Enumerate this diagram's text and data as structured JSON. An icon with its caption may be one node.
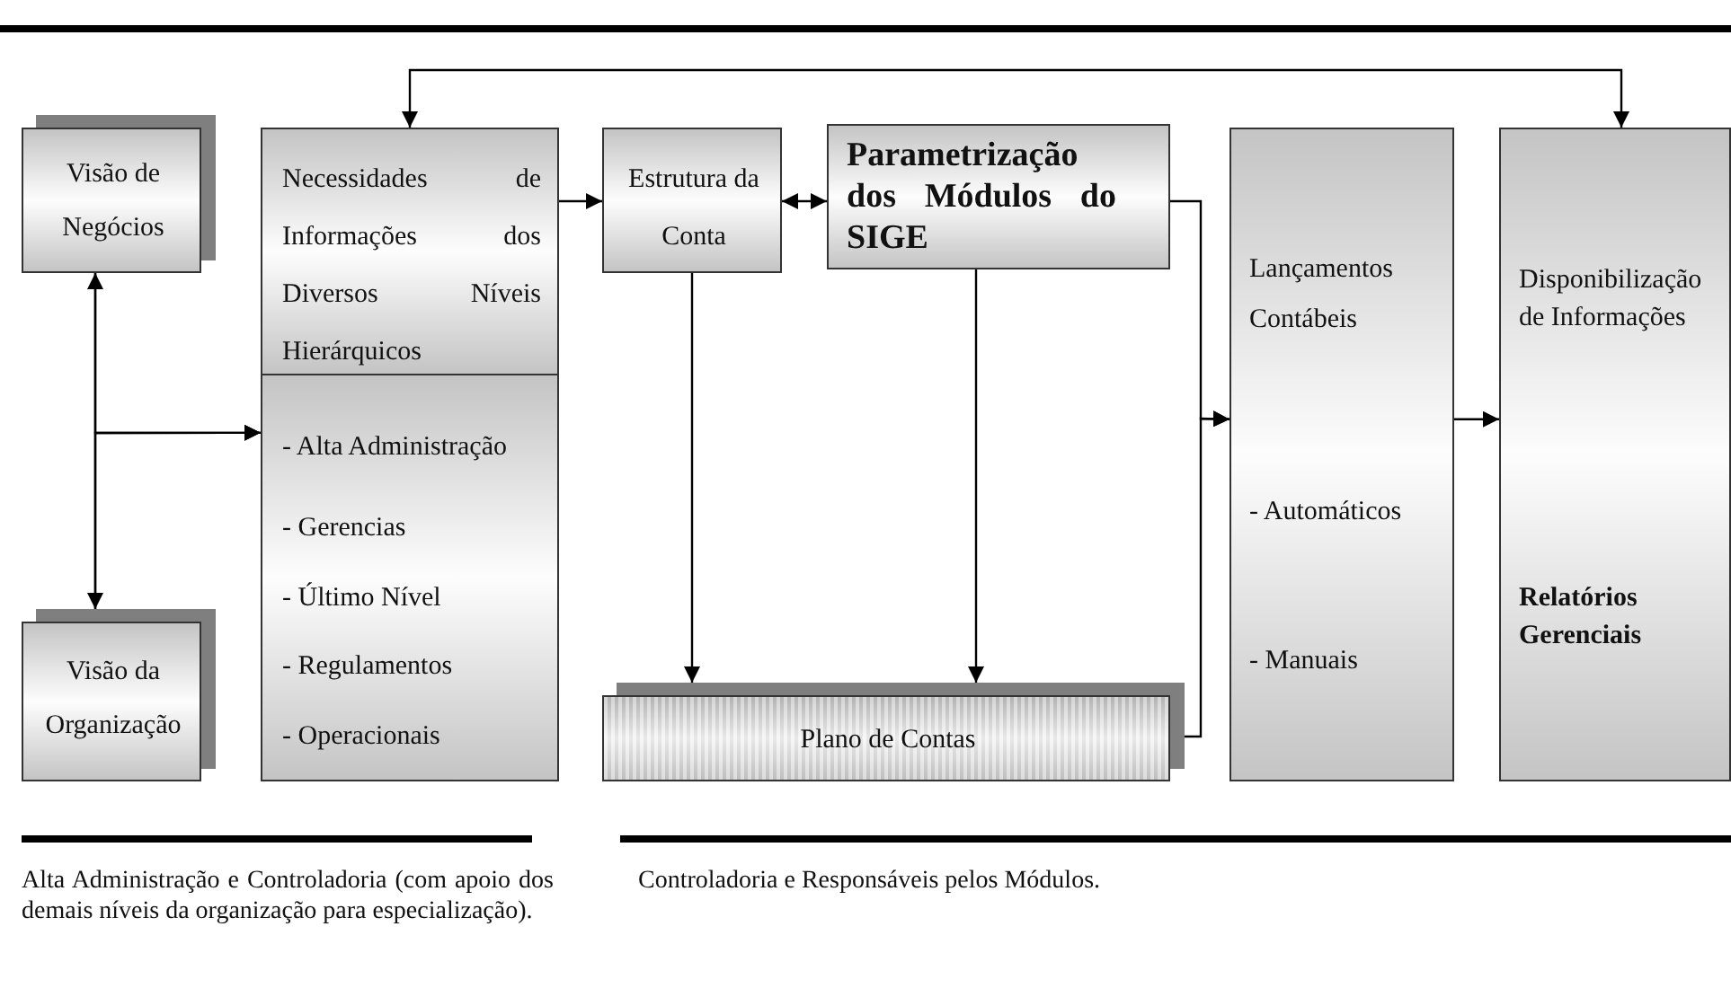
{
  "diagram": {
    "nodes": [
      {
        "text": [
          "Visão de Negócios"
        ]
      },
      {
        "text": [
          "Necessidades de Informações dos Diversos Níveis Hierárquicos"
        ]
      },
      {
        "text": [
          "- Alta Administração",
          "- Gerencias",
          "- Último Nível",
          "- Regulamentos",
          "- Operacionais"
        ]
      },
      {
        "text": [
          "Estrutura da Conta"
        ]
      },
      {
        "text": [
          "Parametrização dos Módulos do SIGE"
        ]
      },
      {
        "text": [
          "Plano de Contas"
        ]
      },
      {
        "text": [
          "Lançamentos Contábeis",
          "- Automáticos",
          "- Manuais"
        ]
      },
      {
        "text": [
          "Disponibilização de Informações",
          "Relatórios Gerenciais"
        ]
      },
      {
        "text": [
          "Visão da Organização"
        ]
      }
    ],
    "edges": [
      {
        "from": 1,
        "to": 7,
        "arrow": "both"
      },
      {
        "from": 0,
        "to": 8,
        "arrow": "both"
      },
      {
        "from": 0,
        "to": 2,
        "arrow": "to"
      },
      {
        "from": 8,
        "to": 2,
        "arrow": "to"
      },
      {
        "from": 1,
        "to": 3,
        "arrow": "to"
      },
      {
        "from": 3,
        "to": 4,
        "arrow": "both"
      },
      {
        "from": 3,
        "to": 5,
        "arrow": "to"
      },
      {
        "from": 4,
        "to": 5,
        "arrow": "to"
      },
      {
        "from": 4,
        "to": 6,
        "arrow": "to"
      },
      {
        "from": 5,
        "to": 6,
        "arrow": "to"
      },
      {
        "from": 6,
        "to": 7,
        "arrow": "to"
      }
    ],
    "labels": [
      "Alta Administração e Controladoria (com apoio dos demais níveis da organização para especialização).",
      "Controladoria e Responsáveis pelos Módulos."
    ]
  }
}
